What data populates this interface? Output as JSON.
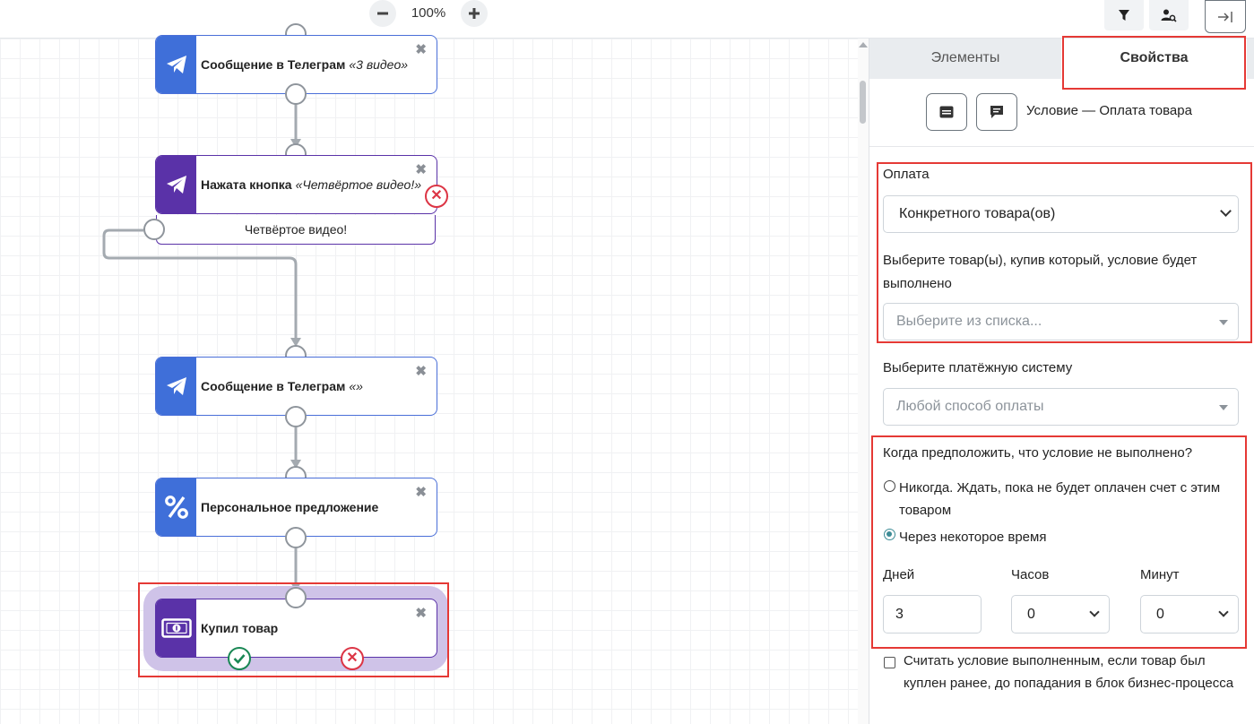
{
  "toolbar": {
    "zoom_level": "100%",
    "zoom_out_icon": "minus-icon",
    "zoom_in_icon": "plus-icon",
    "filter_icon": "filter-icon",
    "user_search_icon": "user-search-icon",
    "exit_icon": "arrow-to-right-icon"
  },
  "canvas": {
    "nodes": [
      {
        "title": "Сообщение в Телеграм",
        "subtitle": "«3 видео»",
        "icon": "telegram-icon"
      },
      {
        "title": "Нажата кнопка",
        "subtitle": "«Четвёртое видео!»",
        "icon": "telegram-icon",
        "button_label": "Четвёртое видео!"
      },
      {
        "title": "Сообщение в Телеграм",
        "subtitle": "«»",
        "icon": "telegram-icon"
      },
      {
        "title": "Персональное предложение",
        "subtitle": "",
        "icon": "percent-icon"
      },
      {
        "title": "Купил товар",
        "subtitle": "",
        "icon": "money-icon"
      }
    ],
    "close_glyph": "✖",
    "error_glyph": "✕"
  },
  "panel": {
    "tabs": [
      {
        "label": "Элементы"
      },
      {
        "label": "Свойства"
      }
    ],
    "header_title": "Условие — Оплата товара",
    "payment_label": "Оплата",
    "payment_value": "Конкретного товара(ов)",
    "products_label": "Выберите товар(ы), купив который, условие будет выполнено",
    "products_placeholder": "Выберите из списка...",
    "payment_system_label": "Выберите платёжную систему",
    "payment_system_placeholder": "Любой способ оплаты",
    "fail_question": "Когда предположить, что условие не выполнено?",
    "radio_never": "Никогда. Ждать, пока не будет оплачен счет с этим товаром",
    "radio_after": "Через некоторое время",
    "days_label": "Дней",
    "hours_label": "Часов",
    "minutes_label": "Минут",
    "days_value": "3",
    "hours_value": "0",
    "minutes_value": "0",
    "checkbox_text": "Считать условие выполненным, если товар был куплен ранее, до попадания в блок бизнес-процесса"
  },
  "colors": {
    "telegram_blue": "#3f6fd9",
    "purple": "#5a32a8",
    "highlight": "#e53935"
  }
}
